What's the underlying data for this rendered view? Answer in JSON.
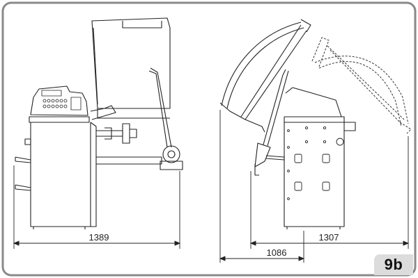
{
  "figure": {
    "label": "9b"
  },
  "dimensions": {
    "left_view_width": "1389",
    "right_view_depth": "1086",
    "right_view_total": "1307"
  },
  "colors": {
    "frame": "#8a8a8a",
    "line": "#222222",
    "label_bg": "#dcdcdc"
  }
}
